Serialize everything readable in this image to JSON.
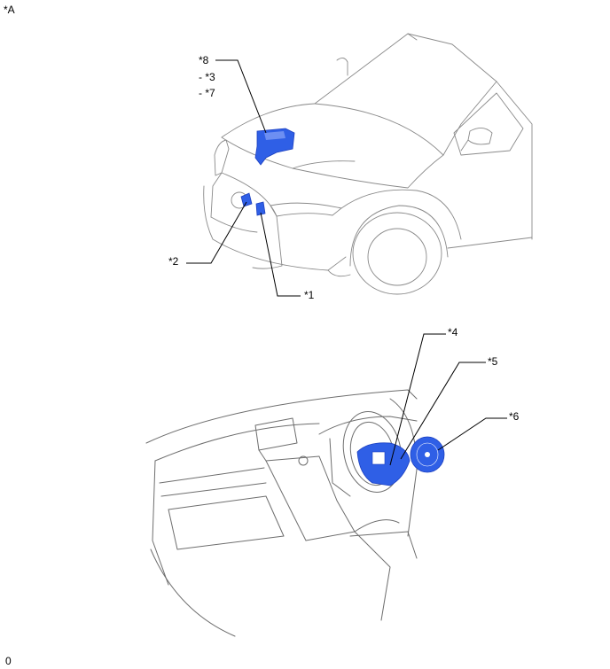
{
  "figure_label": "*A",
  "footer_label": "0",
  "colors": {
    "highlight": "#2f5fe6",
    "highlight_dark": "#1c3fbf",
    "outline": "#8a8a8a"
  },
  "callouts": {
    "c8": "*8",
    "c3": "- *3",
    "c7": "- *7",
    "c2": "*2",
    "c1": "*1",
    "c4": "*4",
    "c5": "*5",
    "c6": "*6"
  }
}
